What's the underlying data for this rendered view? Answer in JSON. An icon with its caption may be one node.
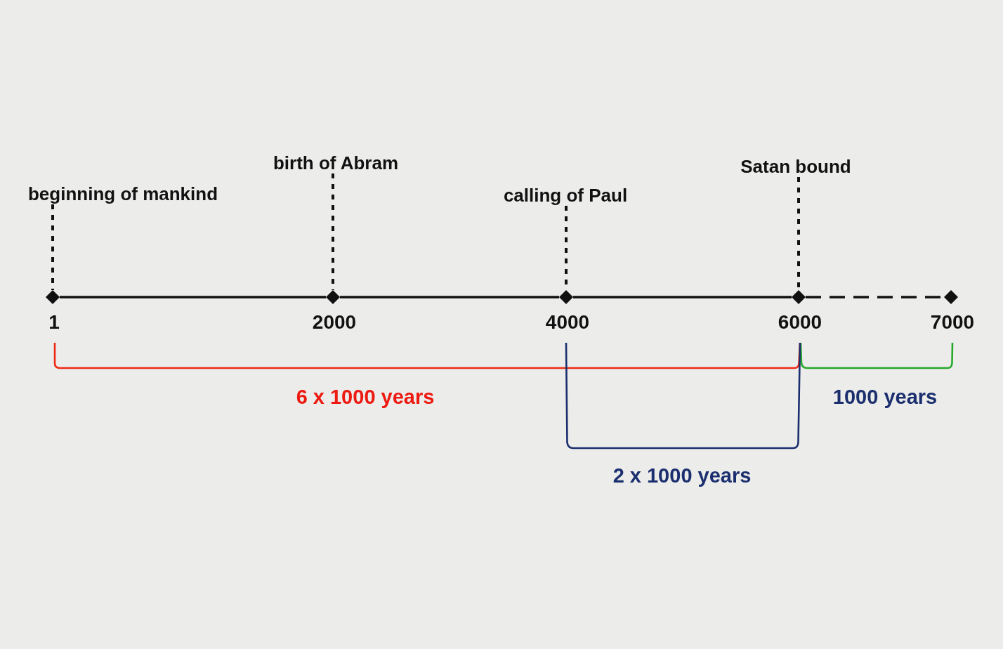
{
  "diagram": {
    "nodes": [
      {
        "text": [
          "beginning of mankind"
        ]
      },
      {
        "text": [
          "birth of Abram"
        ]
      },
      {
        "text": [
          "calling of Paul"
        ]
      },
      {
        "text": [
          "Satan bound"
        ]
      },
      {
        "text": [],
        "shape": "diamond",
        "beside": [
          "1"
        ]
      },
      {
        "text": [],
        "shape": "diamond",
        "beside": [
          "2000"
        ]
      },
      {
        "text": [],
        "shape": "diamond",
        "beside": [
          "4000"
        ]
      },
      {
        "text": [],
        "shape": "diamond",
        "beside": [
          "6000"
        ]
      },
      {
        "text": [],
        "shape": "diamond",
        "beside": [
          "7000"
        ]
      }
    ],
    "edges": [
      {
        "from": 0,
        "to": 4,
        "arrow": "none",
        "style": "dashed"
      },
      {
        "from": 1,
        "to": 5,
        "arrow": "none",
        "style": "dashed"
      },
      {
        "from": 2,
        "to": 6,
        "arrow": "none",
        "style": "dashed"
      },
      {
        "from": 3,
        "to": 7,
        "arrow": "none",
        "style": "dashed"
      },
      {
        "from": 4,
        "to": 5,
        "arrow": "none"
      },
      {
        "from": 5,
        "to": 6,
        "arrow": "none"
      },
      {
        "from": 6,
        "to": 7,
        "arrow": "none"
      },
      {
        "from": 7,
        "to": 8,
        "arrow": "none",
        "style": "dashed"
      }
    ],
    "labels": [
      "6 x 1000 years",
      "1000 years",
      "2 x 1000 years"
    ]
  }
}
